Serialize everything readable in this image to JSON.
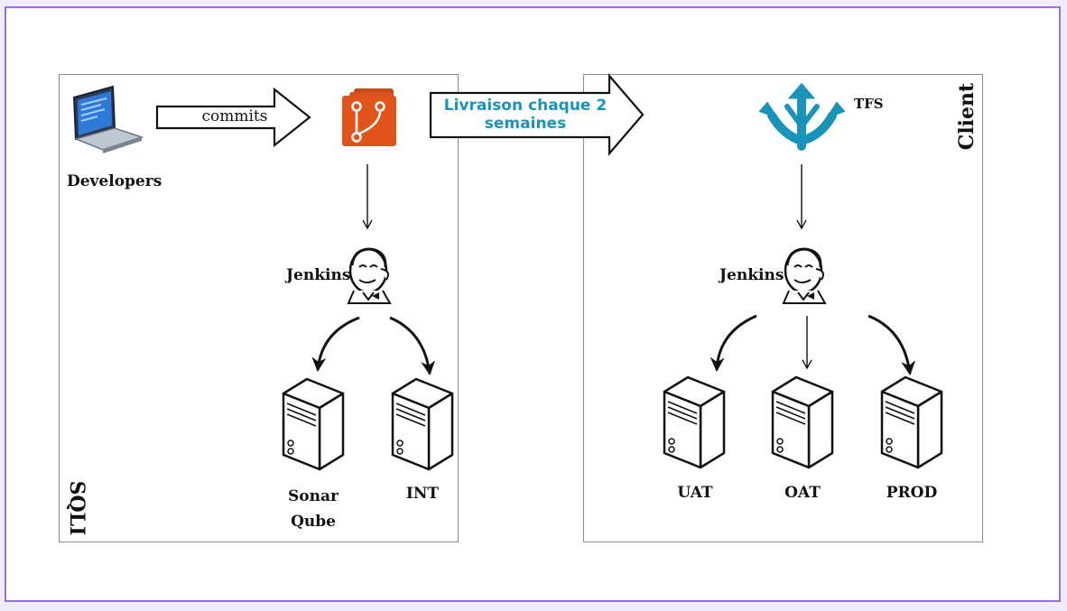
{
  "labels": {
    "developers": "Developers",
    "commits": "commits",
    "delivery_line1": "Livraison chaque 2",
    "delivery_line2": "semaines",
    "tfs": "TFS",
    "client": "Client",
    "sqli": "SQLI",
    "jenkins_left": "Jenkins",
    "jenkins_right": "Jenkins",
    "sonar_line1": "Sonar",
    "sonar_line2": "Qube",
    "int": "INT",
    "uat": "UAT",
    "oat": "OAT",
    "prod": "PROD"
  },
  "colors": {
    "frame": "#9a6ee8",
    "delivery_text": "#1a93b8",
    "git_icon": "#e0541c",
    "tfs_icon": "#1a93b8"
  },
  "icons": [
    "laptop-icon",
    "git-icon",
    "tfs-icon",
    "jenkins-icon",
    "server-icon"
  ]
}
